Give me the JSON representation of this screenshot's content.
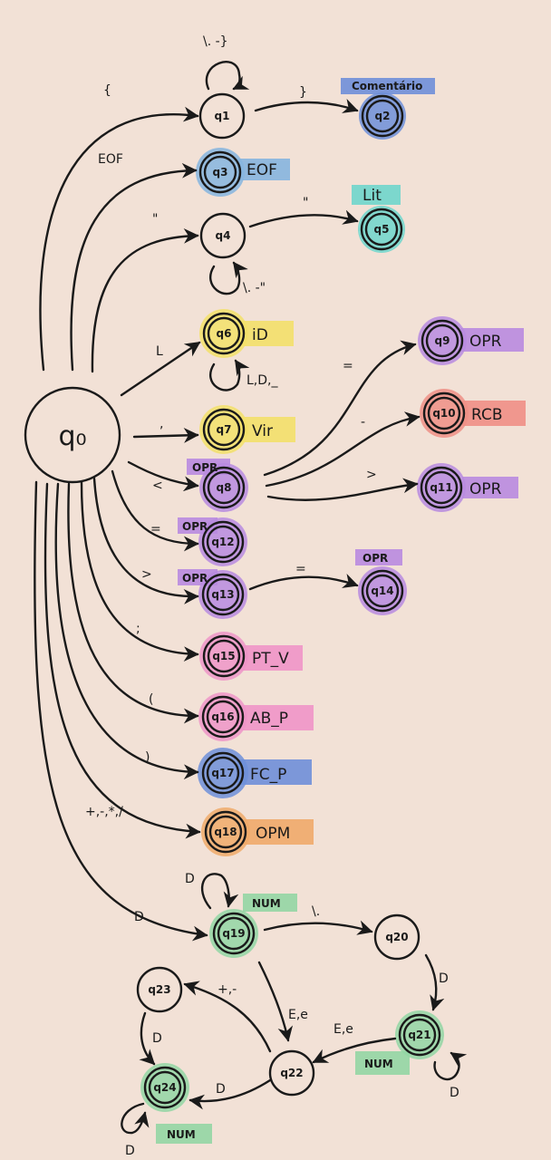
{
  "colors": {
    "background": "#f2e1d6",
    "ink": "#1a1a1a",
    "blue": "#6f8fd9",
    "lightblue": "#86b5df",
    "teal": "#6fd6cc",
    "yellow": "#f3e06a",
    "purple": "#b98be0",
    "red": "#ef8f86",
    "pink": "#ef95c8",
    "orange": "#f0aa6a",
    "green": "#93d6a4"
  },
  "states": {
    "q0": "q₀",
    "q1": "q1",
    "q2": "q2",
    "q3": "q3",
    "q4": "q4",
    "q5": "q5",
    "q6": "q6",
    "q7": "q7",
    "q8": "q8",
    "q9": "q9",
    "q10": "q10",
    "q11": "q11",
    "q12": "q12",
    "q13": "q13",
    "q14": "q14",
    "q15": "q15",
    "q16": "q16",
    "q17": "q17",
    "q18": "q18",
    "q19": "q19",
    "q20": "q20",
    "q21": "q21",
    "q22": "q22",
    "q23": "q23",
    "q24": "q24"
  },
  "tokens": {
    "q2": "Comentário",
    "q3": "EOF",
    "q5": "Lit",
    "q6": "iD",
    "q7": "Vir",
    "q8": "OPR",
    "q9": "OPR",
    "q10": "RCB",
    "q11": "OPR",
    "q12": "OPR",
    "q13": "OPR",
    "q14": "OPR",
    "q15": "PT_V",
    "q16": "AB_P",
    "q17": "FC_P",
    "q18": "OPM",
    "q19": "NUM",
    "q21": "NUM",
    "q24": "NUM"
  },
  "edges": {
    "q0_q1": "{",
    "q1_loop": "\\. -}",
    "q1_q2": "}",
    "q0_q3": "EOF",
    "q0_q4": "\"",
    "q4_q5": "\"",
    "q4_loop": "\\. -\"",
    "q0_q6": "L",
    "q6_loop": "L,D,_",
    "q0_q7": ",",
    "q0_q8": "<",
    "q8_q9": "=",
    "q8_q10": "-",
    "q8_q11": ">",
    "q0_q12": "=",
    "q0_q13": ">",
    "q13_q14": "=",
    "q0_q15": ";",
    "q0_q16": "(",
    "q0_q17": ")",
    "q0_q18": "+,-,*,/",
    "q0_q19": "D",
    "q19_loop": "D",
    "q19_q20": "\\.",
    "q20_q21": "D",
    "q21_loop": "D",
    "q21_q22": "E,e",
    "q19_q22": "E,e",
    "q22_q23": "+,-",
    "q23_q24": "D",
    "q22_q24": "D",
    "q24_loop": "D"
  }
}
